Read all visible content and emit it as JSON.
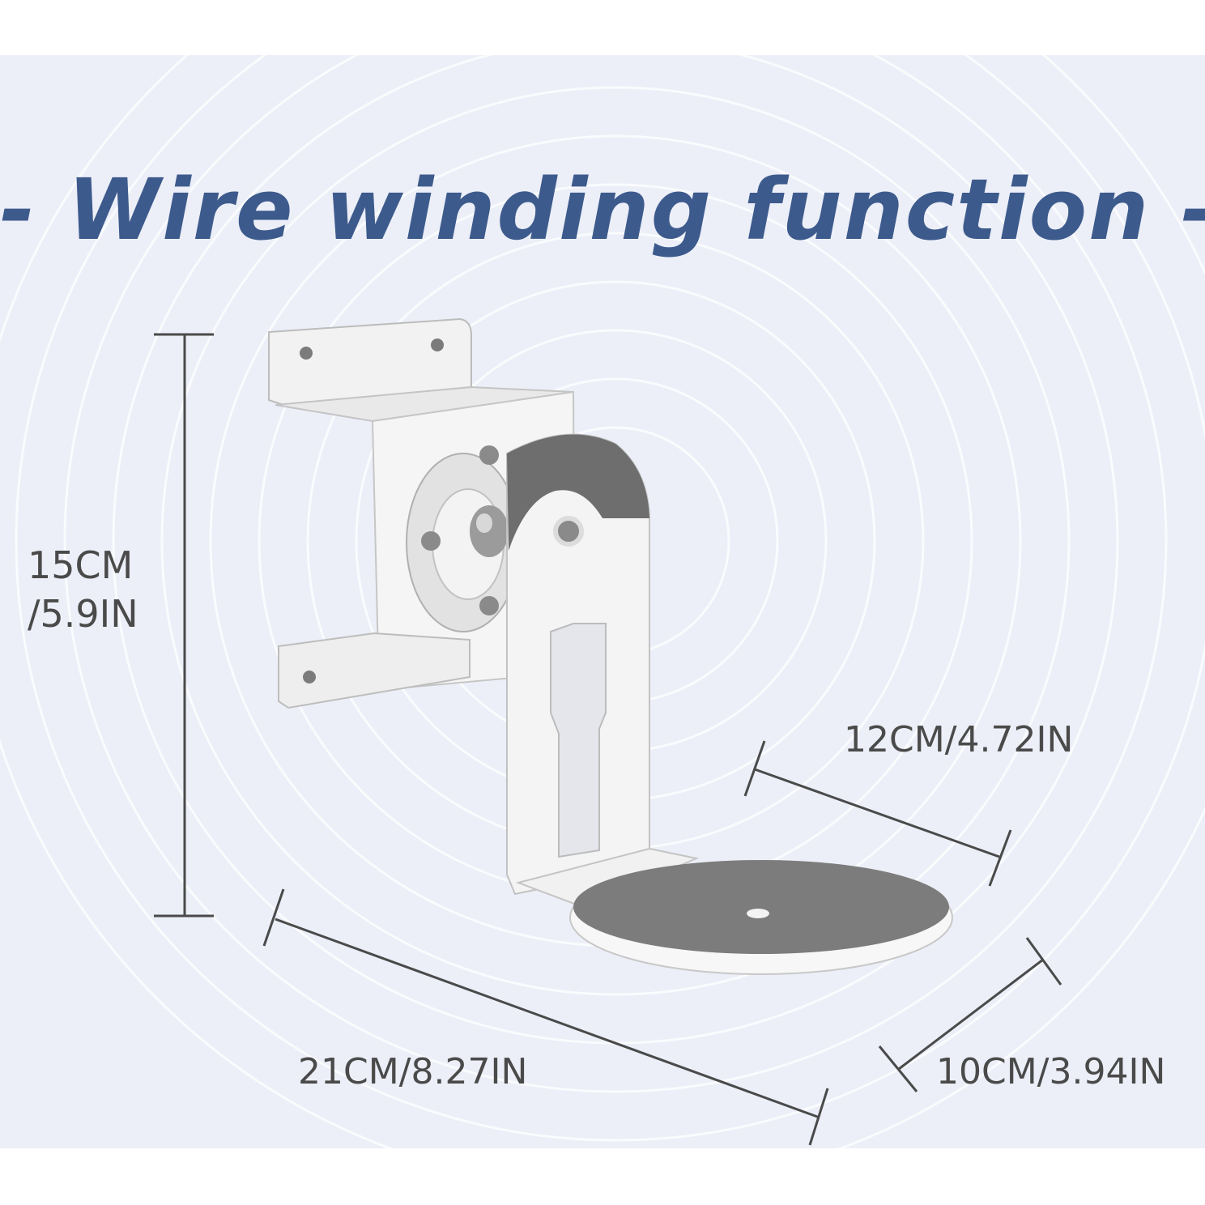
{
  "headline": "- Wire winding function -",
  "dimensions": {
    "height": {
      "line1": "15CM",
      "line2": "/5.9IN"
    },
    "depth_top": "12CM/4.72IN",
    "width": "21CM/8.27IN",
    "base_diameter": "10CM/3.94IN"
  },
  "colors": {
    "background": "#eceff8",
    "headline": "#3d5a8c",
    "label_text": "#4a4a4a",
    "bracket_white": "#f4f4f4",
    "pad_gray": "#6e6e6e"
  }
}
